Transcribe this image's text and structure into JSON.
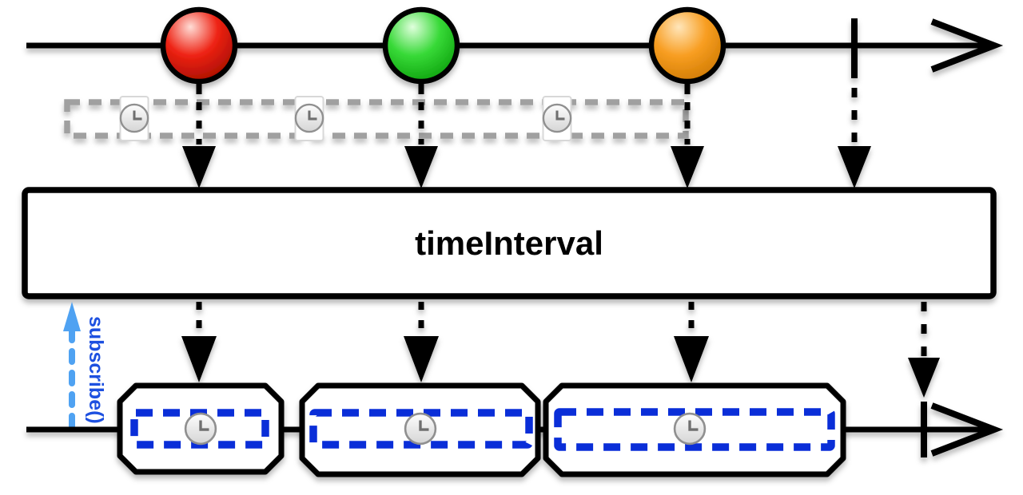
{
  "diagram": {
    "operator": {
      "label": "timeInterval"
    },
    "subscribe": {
      "label": "subscribe()"
    },
    "source_stream": {
      "marbles": [
        {
          "order": 1,
          "color_name": "red"
        },
        {
          "order": 2,
          "color_name": "green"
        },
        {
          "order": 3,
          "color_name": "orange"
        }
      ],
      "completed": true
    },
    "interval_band": {
      "icon": "clock-icon",
      "clock_count": 3,
      "style": "gray-dashed"
    },
    "output_stream": {
      "items": [
        {
          "order": 1,
          "icon": "clock-icon"
        },
        {
          "order": 2,
          "icon": "clock-icon"
        },
        {
          "order": 3,
          "icon": "clock-icon"
        }
      ],
      "completed": true
    }
  },
  "colors": {
    "marble_red_highlight": "#ffddd6",
    "marble_red": "#ee2213",
    "marble_red_dark": "#a50d00",
    "marble_green_highlight": "#e0ffdd",
    "marble_green": "#37d937",
    "marble_green_dark": "#0da10d",
    "marble_orange_highlight": "#ffe6bb",
    "marble_orange": "#f89e22",
    "marble_orange_dark": "#cf7a00",
    "stroke_black": "#000000",
    "band_dash_gray": "#a0a0a0",
    "interval_dash_blue": "#0a2ed8",
    "subscribe_arrow_blue": "#4fa2f2",
    "subscribe_text_blue": "#1d50e0",
    "clock_face_light": "#fdfdfd",
    "clock_face_dark": "#d5d5d5",
    "clock_border_gray": "#909090",
    "clock_hands_gray": "#6f6f6f"
  }
}
